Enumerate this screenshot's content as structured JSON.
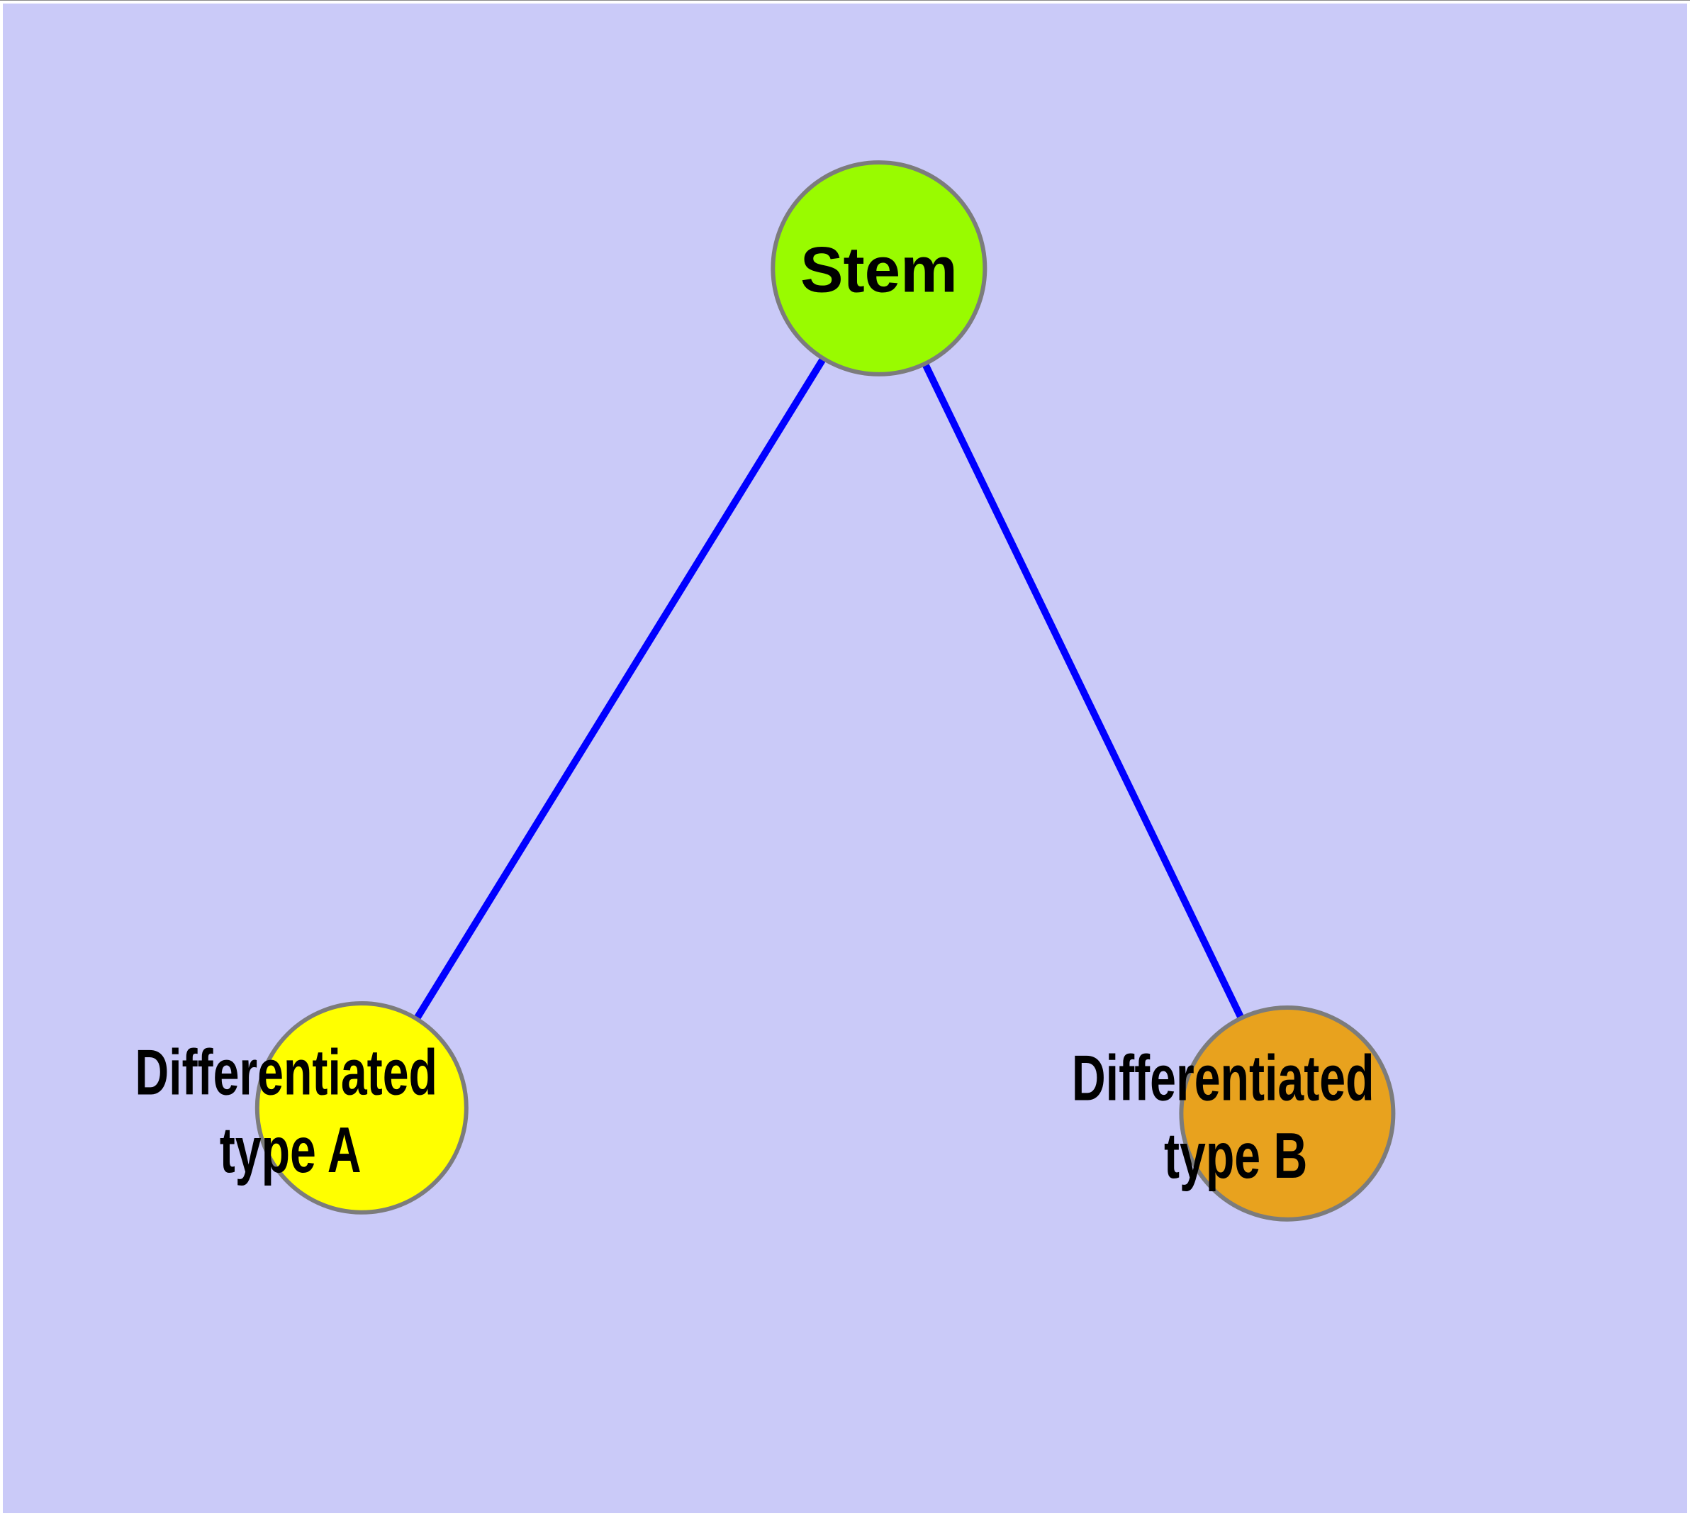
{
  "canvas": {
    "background_color": "#CACAF8",
    "frame_color": "#FFFFFF"
  },
  "graph": {
    "nodes": {
      "stem": {
        "label": "Stem",
        "fill_color": "#99FB00",
        "stroke_color": "#7C7C7C",
        "text_color": "#000000"
      },
      "typeA": {
        "label": "Differentiated type A",
        "lines": [
          "Differentiated",
          "type A"
        ],
        "fill_color": "#FFFF00",
        "stroke_color": "#7C7C7C",
        "text_color": "#000000"
      },
      "typeB": {
        "label": "Differentiated type B",
        "lines": [
          "Differentiated",
          "type B"
        ],
        "fill_color": "#E8A21E",
        "stroke_color": "#7C7C7C",
        "text_color": "#000000"
      }
    },
    "edges": [
      {
        "from": "Stem",
        "to": "Differentiated type A",
        "color": "#0000FF"
      },
      {
        "from": "Stem",
        "to": "Differentiated type B",
        "color": "#0000FF"
      }
    ]
  }
}
